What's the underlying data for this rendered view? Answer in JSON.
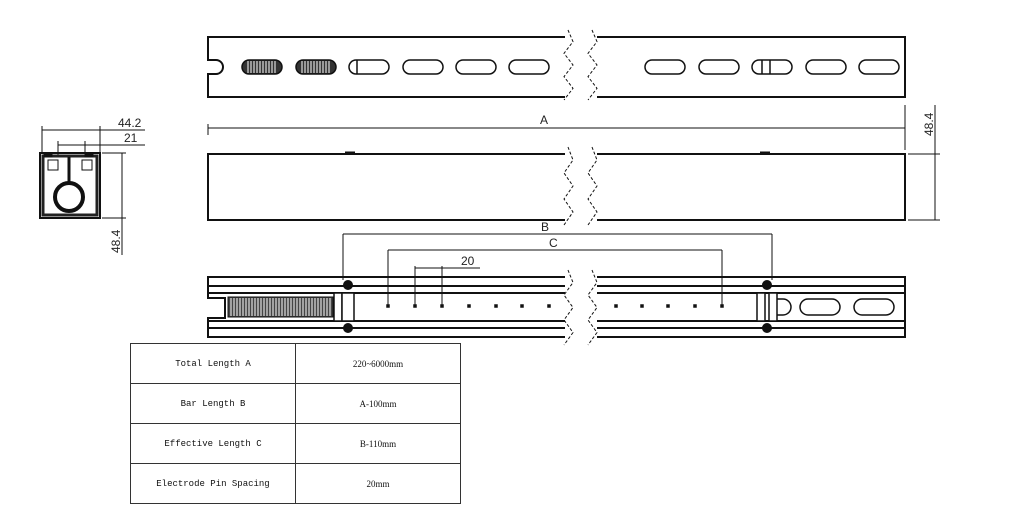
{
  "dimensions": {
    "a_label": "A",
    "b_label": "B",
    "c_label": "C",
    "pin_spacing": "20",
    "height_side": "48.4",
    "height_section": "48.4",
    "width_outer": "44.2",
    "width_inner": "21"
  },
  "spec_table": {
    "rows": [
      {
        "label": "Total Length A",
        "value": "220~6000mm"
      },
      {
        "label": "Bar Length B",
        "value": "A-100mm"
      },
      {
        "label": "Effective Length C",
        "value": "B-110mm"
      },
      {
        "label": "Electrode Pin Spacing",
        "value": "20mm"
      }
    ]
  }
}
